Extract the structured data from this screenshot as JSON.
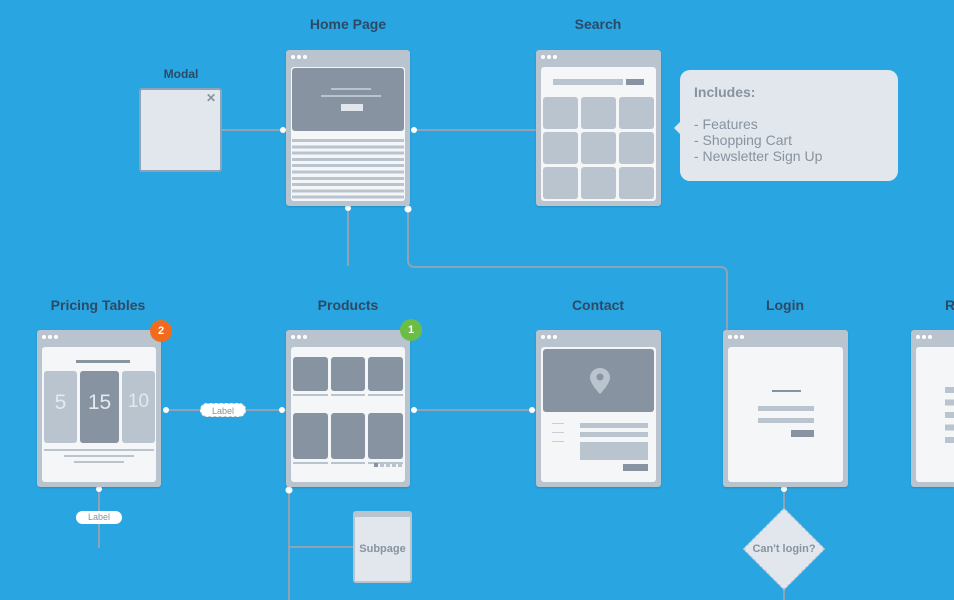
{
  "pages": {
    "modal": {
      "title": "Modal",
      "close_icon": "close-icon"
    },
    "home": {
      "title": "Home Page"
    },
    "search": {
      "title": "Search"
    },
    "pricing": {
      "title": "Pricing Tables",
      "badge": "2",
      "prices": [
        "5",
        "15",
        "10"
      ]
    },
    "products": {
      "title": "Products",
      "badge": "1"
    },
    "contact": {
      "title": "Contact",
      "map_icon": "map-pin-icon"
    },
    "login": {
      "title": "Login"
    },
    "partial": {
      "title": "R"
    },
    "subpage": {
      "title": "Subpage"
    }
  },
  "callout": {
    "heading": "Includes:",
    "items": [
      "- Features",
      "- Shopping Cart",
      "- Newsletter Sign Up"
    ]
  },
  "labels": {
    "pricing_products": "Label",
    "pricing_below": "Label"
  },
  "decision": {
    "text": "Can't login?"
  },
  "colors": {
    "background": "#29a6e2",
    "badge_orange": "#f26b1d",
    "badge_green": "#6cbd45",
    "frame": "#b9c4cf"
  }
}
